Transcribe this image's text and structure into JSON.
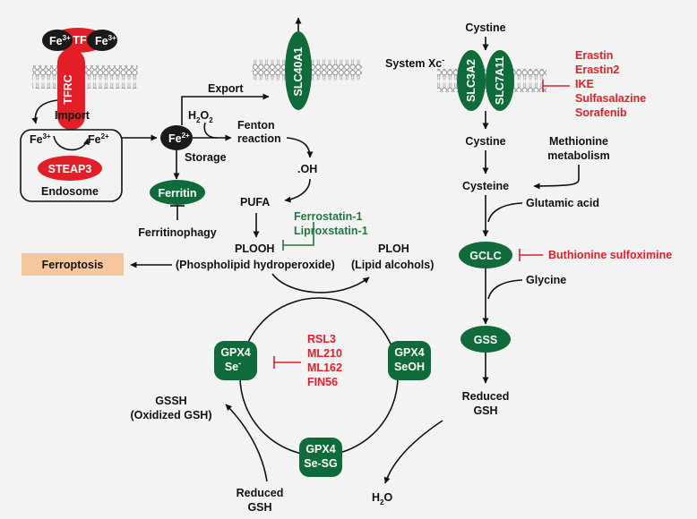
{
  "tfc": {
    "fe3_left": "Fe",
    "fe3_left_sup": "3+",
    "tf": "TF",
    "fe3_right": "Fe",
    "fe3_right_sup": "3+",
    "tfrc": "TFRC"
  },
  "labels": {
    "import": "Import",
    "export": "Export",
    "slc40a1": "SLC40A1",
    "h2o2": "H",
    "h2o2_sub": "2",
    "h2o2_end": "O",
    "h2o2_sub2": "2",
    "fenton_1": "Fenton",
    "fenton_2": "reaction",
    "oh": ".OH",
    "storage": "Storage",
    "fe2_center": "Fe",
    "fe2_center_sup": "2+",
    "endosome_fe3": "Fe",
    "endosome_fe3_sup": "3+",
    "endosome_fe2": "Fe",
    "endosome_fe2_sup": "2+",
    "steap3": "STEAP3",
    "endosome": "Endosome",
    "ferritin": "Ferritin",
    "ferritinophagy": "Ferritinophagy",
    "pufa": "PUFA",
    "plooh": "PLOOH",
    "plooh_full": "(Phospholipid hydroperoxide)",
    "ploh": "PLOH",
    "ploh_full": "(Lipid alcohols)",
    "ferroptosis": "Ferroptosis",
    "gpx4_a_1": "GPX4",
    "gpx4_a_2": "Se",
    "gpx4_a_sup": "-",
    "gpx4_b_1": "GPX4",
    "gpx4_b_2": "SeOH",
    "gpx4_c_1": "GPX4",
    "gpx4_c_2": "Se-SG",
    "gssh_1": "GSSH",
    "gssh_2": "(Oxidized GSH)",
    "reduced_gsh_bottom_1": "Reduced",
    "reduced_gsh_bottom_2": "GSH",
    "h2o": "H",
    "h2o_sub": "2",
    "h2o_end": "O",
    "cystine_top": "Cystine",
    "system_xc": "System Xc",
    "system_xc_sup": "-",
    "slc3a2": "SLC3A2",
    "slc7a11": "SLC7A11",
    "cystine_mid": "Cystine",
    "methionine_1": "Methionine",
    "methionine_2": "metabolism",
    "cysteine": "Cysteine",
    "glutamic_acid": "Glutamic acid",
    "gclc": "GCLC",
    "glycine": "Glycine",
    "gss": "GSS",
    "reduced_gsh_right_1": "Reduced",
    "reduced_gsh_right_2": "GSH"
  },
  "inhibitors": {
    "ferrostatins": [
      "Ferrostatin-1",
      "Liproxstatin-1"
    ],
    "gpx4_inhibitors": [
      "RSL3",
      "ML210",
      "ML162",
      "FIN56"
    ],
    "system_xc_inhibitors": [
      "Erastin",
      "Erastin2",
      "IKE",
      "Sulfasalazine",
      "Sorafenib"
    ],
    "gclc_inhibitor": "Buthionine sulfoximine"
  },
  "colors": {
    "green": "#0f6b3a",
    "red": "#e41e26",
    "black": "#1a1a1a",
    "ferroptosis_box": "#f6c79d",
    "background": "#f3f3f3"
  }
}
